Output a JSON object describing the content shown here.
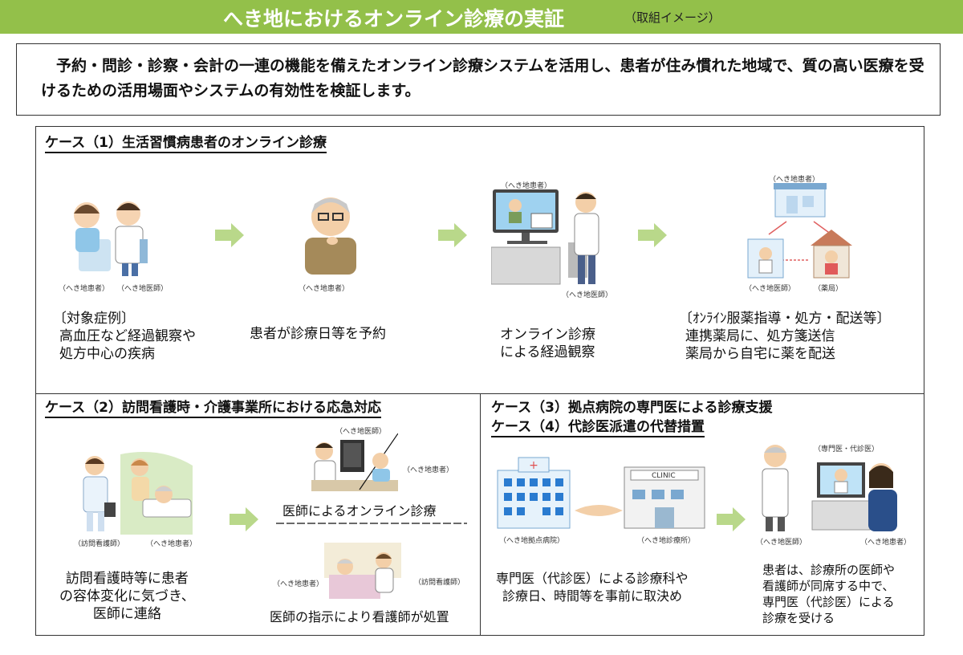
{
  "header": {
    "title": "へき地におけるオンライン診療の実証",
    "subtitle": "（取組イメージ）"
  },
  "intro": {
    "text": "予約・問診・診察・会計の一連の機能を備えたオンライン診療システムを活用し、患者が住み慣れた地域で、質の高い医療を受けるための活用場面やシステムの有効性を検証します。"
  },
  "case1": {
    "title": "ケース（1）生活習慣病患者のオンライン診療",
    "steps": [
      {
        "labels": [
          "（へき地患者）",
          "（へき地医師）"
        ],
        "desc": [
          "〔対象症例〕",
          "高血圧など経過観察や",
          "処方中心の疾病"
        ]
      },
      {
        "labels": [
          "（へき地患者）"
        ],
        "desc": [
          "患者が診療日等を予約"
        ]
      },
      {
        "labels": [
          "（へき地患者）",
          "（へき地医師）"
        ],
        "desc": [
          "オンライン診療",
          "による経過観察"
        ]
      },
      {
        "labels": [
          "（へき地患者）",
          "（へき地医師）",
          "（薬局）"
        ],
        "desc": [
          "〔ｵﾝﾗｲﾝ服薬指導・処方・配送等〕",
          "連携薬局に、処方箋送信",
          "薬局から自宅に薬を配送"
        ]
      }
    ]
  },
  "case2": {
    "title": "ケース（2）訪問看護時・介護事業所における応急対応",
    "labels": [
      "（訪問看護師）",
      "（へき地患者）",
      "（へき地医師）",
      "（へき地患者）",
      "（へき地患者）",
      "（訪問看護師）"
    ],
    "desc": [
      "訪問看護時等に患者",
      "の容体変化に気づき、",
      "医師に連絡"
    ],
    "caption_top": "医師によるオンライン診療",
    "caption_bottom": "医師の指示により看護師が処置"
  },
  "case34": {
    "title_a": "ケース（3）拠点病院の専門医による診療支援",
    "title_b": "ケース（4）代診医派遣の代替措置",
    "labels": [
      "（へき地拠点病院）",
      "（へき地診療所）",
      "（専門医・代診医）",
      "（へき地医師）",
      "（へき地患者）"
    ],
    "clinic_sign": "CLINIC",
    "desc_left": [
      "専門医（代診医）による診療科や",
      "診療日、時間等を事前に取決め"
    ],
    "desc_right": [
      "患者は、診療所の医師や",
      "看護師が同席する中で、",
      "専門医（代診医）による",
      "診療を受ける"
    ]
  },
  "colors": {
    "title_bar": "#93c04a",
    "arrow": "#b9d88a"
  }
}
